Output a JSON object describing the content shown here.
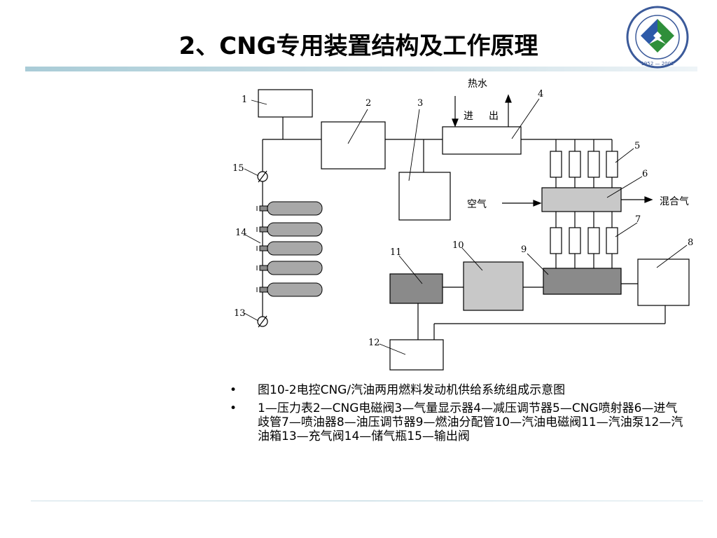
{
  "slide": {
    "title": "2、CNG专用装置结构及工作原理"
  },
  "diagram": {
    "labels": {
      "n1": "1",
      "n2": "2",
      "n3": "3",
      "n4": "4",
      "n5": "5",
      "n6": "6",
      "n7": "7",
      "n8": "8",
      "n9": "9",
      "n10": "10",
      "n11": "11",
      "n12": "12",
      "n13": "13",
      "n14": "14",
      "n15": "15"
    },
    "hot_water": "热水",
    "inlet": "进",
    "outlet": "出",
    "air": "空气",
    "mixture": "混合气",
    "colors": {
      "line": "#000000",
      "light_gray": "#c8c8c8",
      "dark_gray": "#8a8a8a",
      "cylinder": "#a8a8a8"
    }
  },
  "caption": {
    "bullets": [
      "图10-2电控CNG/汽油两用燃料发动机供给系统组成示意图",
      "1—压力表2—CNG电磁阀3—气量显示器4—减压调节器5—CNG喷射器6—进气歧管7—喷油器8—油压调节器9—燃油分配管10—汽油电磁阀11—汽油泵12—汽油箱13—充气阀14—储气瓶15—输出阀"
    ],
    "bullet_glyph": "•"
  },
  "logo": {
    "year_text": "1952 — 2002",
    "colors": {
      "ring": "#3b5a9a",
      "green": "#2f8f3a",
      "blue": "#2d5aa8"
    }
  }
}
